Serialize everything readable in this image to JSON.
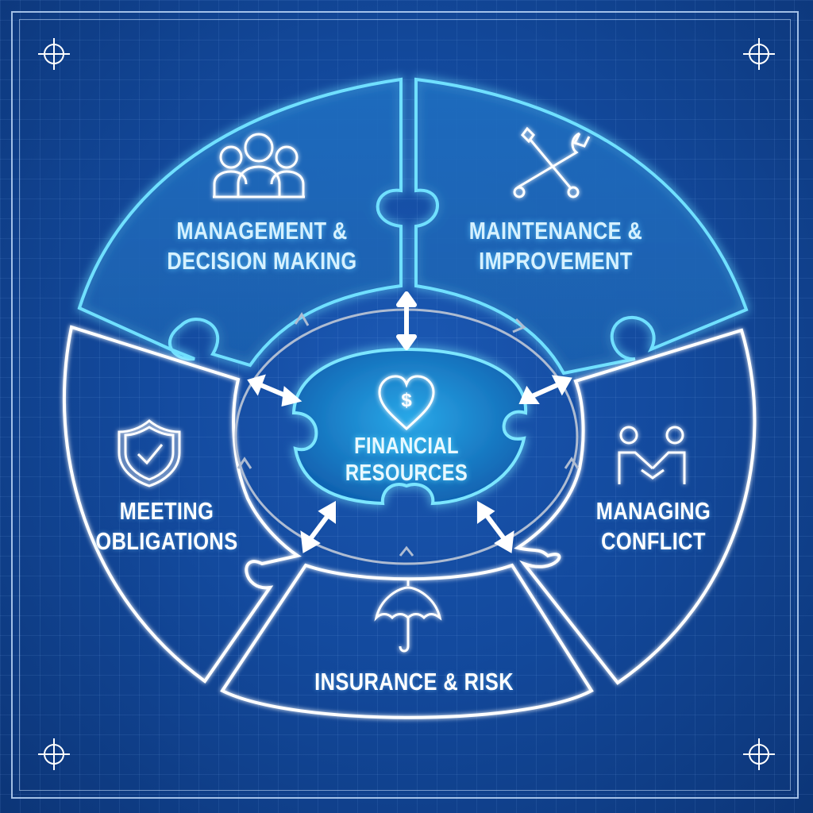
{
  "center": {
    "line1": "FINANCIAL",
    "line2": "RESOURCES",
    "icon": "heart-dollar-icon"
  },
  "segments": {
    "management": {
      "line1": "MANAGEMENT &",
      "line2": "DECISION MAKING",
      "icon": "people-group-icon"
    },
    "maintenance": {
      "line1": "MAINTENANCE &",
      "line2": "IMPROVEMENT",
      "icon": "tools-wrench-screwdriver-icon"
    },
    "obligations": {
      "line1": "MEETING",
      "line2": "OBLIGATIONS",
      "icon": "shield-check-icon"
    },
    "conflict": {
      "line1": "MANAGING",
      "line2": "CONFLICT",
      "icon": "handshake-icon"
    },
    "insurance": {
      "line1": "INSURANCE & RISK",
      "icon": "umbrella-icon"
    }
  },
  "colors": {
    "background": "#134a9e",
    "outline": "#ffffff",
    "glow": "#5fd3ff",
    "highlight_fill": "#1f79c4",
    "center_fill": "#1a8fd0"
  }
}
